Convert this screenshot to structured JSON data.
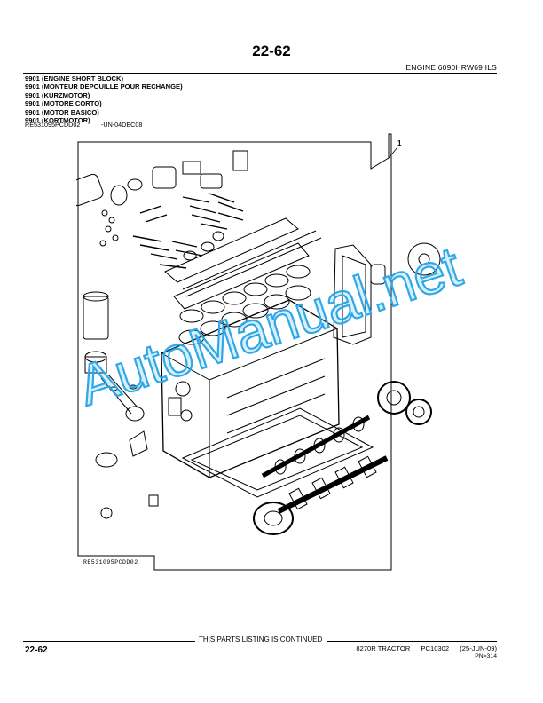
{
  "page": {
    "number_top": "22-62",
    "header_right": "ENGINE  6090HRW69  ILS"
  },
  "titles": [
    "9901 (ENGINE SHORT BLOCK)",
    "9901 (MONTEUR DEPOUILLE POUR RECHANGE)",
    "9901 (KURZMOTOR)",
    "9901 (MOTORE CORTO)",
    "9901 (MOTOR BASICO)",
    "9901 (KORTMOTOR)"
  ],
  "reference": {
    "code": "RE531095PCDD02",
    "date": "-UN-04DEC08"
  },
  "figure": {
    "callout": "1",
    "label": "RE531095PCDD02"
  },
  "watermark": {
    "text": "AutoManual.net",
    "color": "#2fa8e8"
  },
  "footer": {
    "continued": "THIS PARTS LISTING IS CONTINUED",
    "page_number": "22-62",
    "tractor": "8270R TRACTOR",
    "pc": "PC10302",
    "date": "(25-JUN-09)",
    "pn": "PN=314"
  }
}
